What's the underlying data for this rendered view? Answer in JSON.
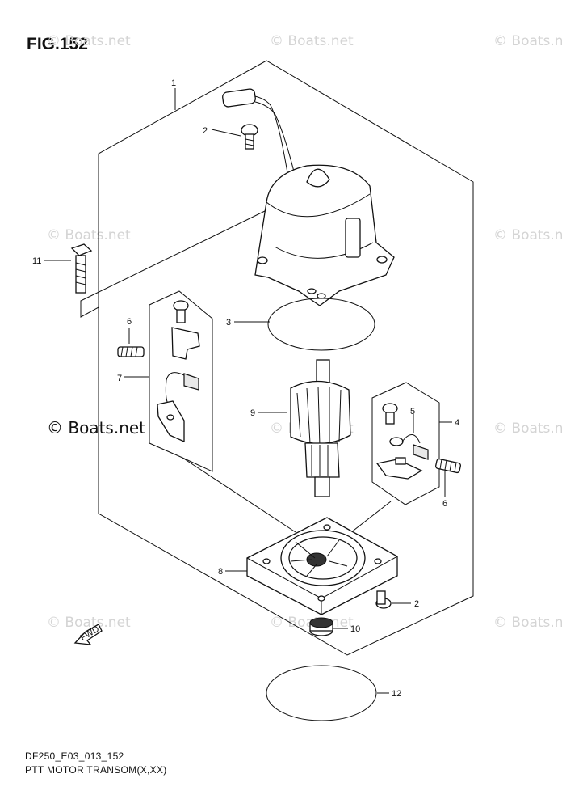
{
  "figure": {
    "title": "FIG.152",
    "diagram_code": "DF250_E03_013_152",
    "caption": "PTT MOTOR TRANSOM(X,XX)",
    "fwd_label": "FWD"
  },
  "watermark": {
    "text": "© Boats.net",
    "main_text": "© Boats.net"
  },
  "callouts": {
    "c1": "1",
    "c2a": "2",
    "c2b": "2",
    "c3": "3",
    "c4": "4",
    "c5": "5",
    "c6a": "6",
    "c6b": "6",
    "c7": "7",
    "c8": "8",
    "c9": "9",
    "c10": "10",
    "c11": "11",
    "c12": "12"
  }
}
